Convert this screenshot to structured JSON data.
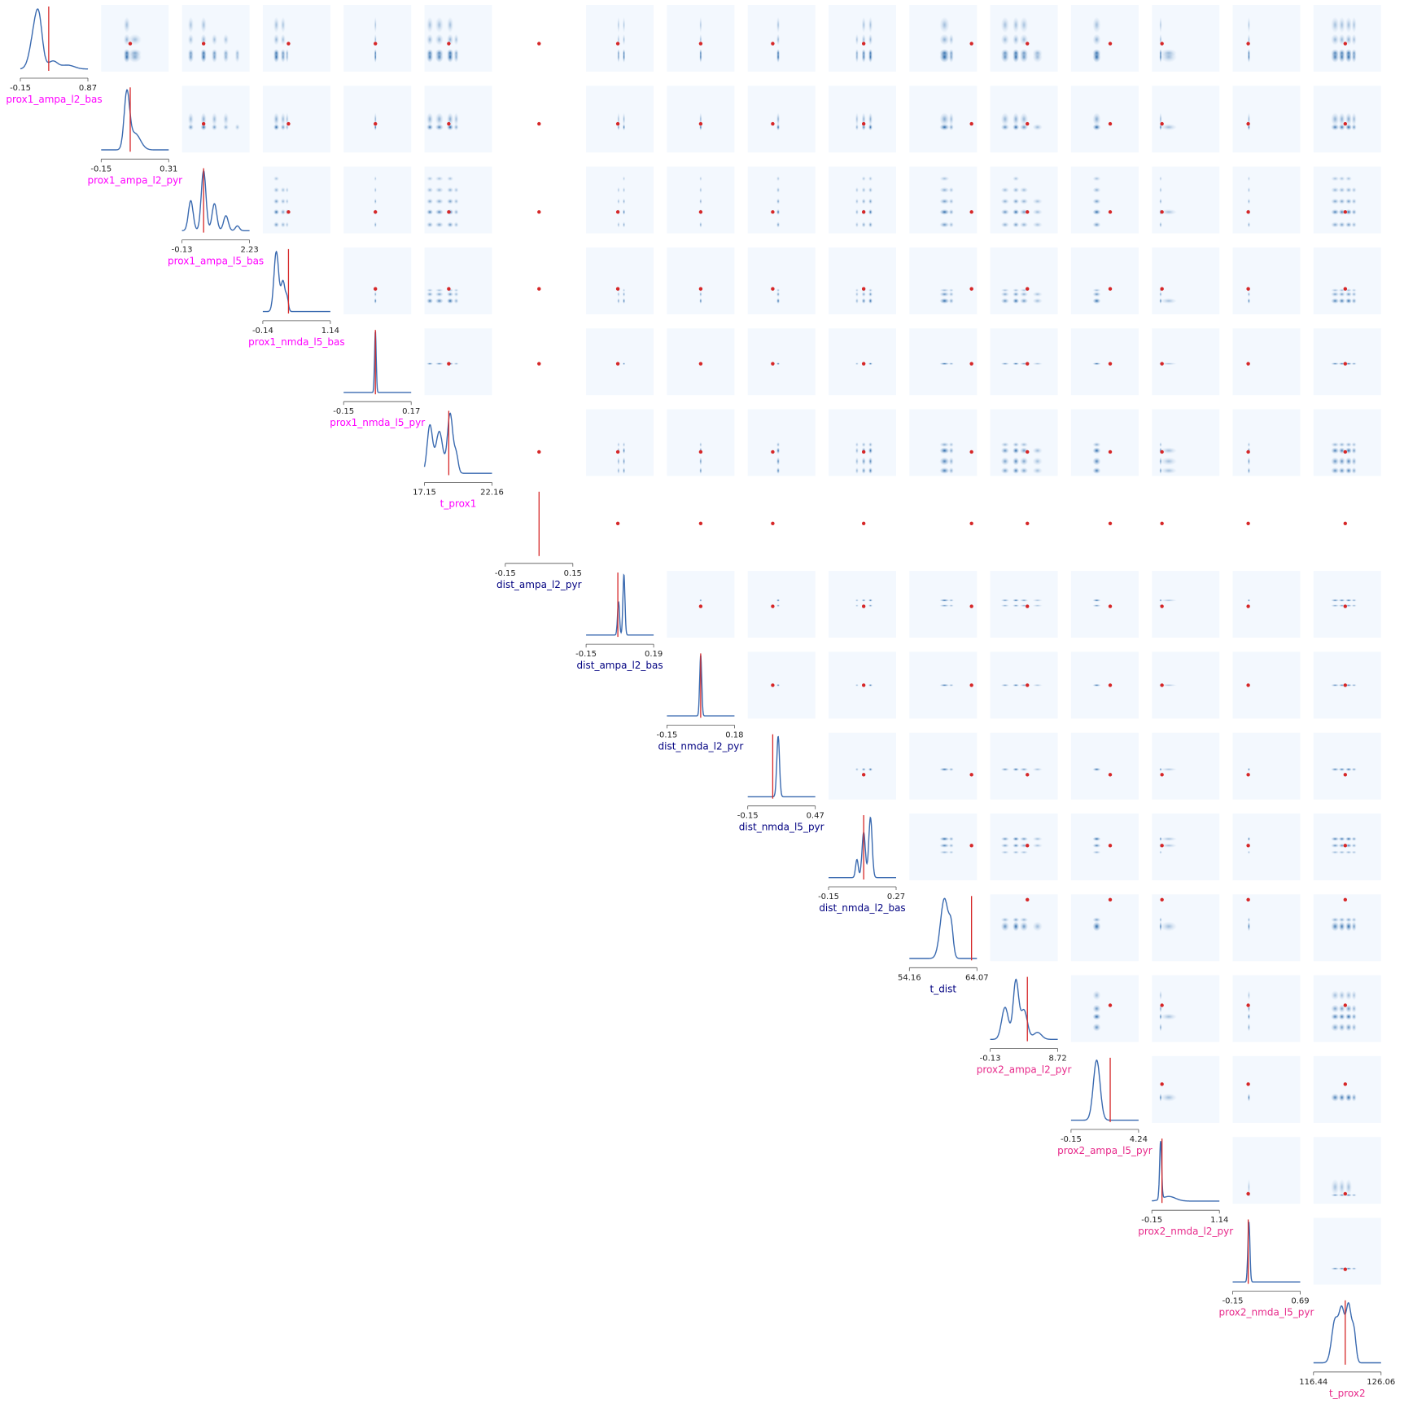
{
  "chart_data": {
    "type": "pairplot",
    "description_free": true,
    "colors": {
      "density_line": "#3a6ab0",
      "truth_line": "#d62728",
      "truth_dot": "#d62728",
      "cell_bg": "#f3f8fe",
      "blob": "#08519c",
      "group_prox1": "#ff00ff",
      "group_dist": "#000080",
      "group_prox2": "#e7298a"
    },
    "parameters": [
      {
        "name": "prox1_ampa_l2_bas",
        "min": "-0.15",
        "max": "0.87",
        "group": "prox1",
        "truth": 0.42,
        "peaks": [
          [
            0.22,
            0.07,
            1.0
          ],
          [
            0.28,
            0.05,
            0.75
          ],
          [
            0.48,
            0.07,
            0.2
          ],
          [
            0.7,
            0.1,
            0.1
          ]
        ]
      },
      {
        "name": "prox1_ampa_l2_pyr",
        "min": "-0.15",
        "max": "0.31",
        "group": "prox1",
        "truth": 0.43,
        "peaks": [
          [
            0.38,
            0.04,
            1.0
          ],
          [
            0.5,
            0.08,
            0.3
          ]
        ]
      },
      {
        "name": "prox1_ampa_l5_bas",
        "min": "-0.13",
        "max": "2.23",
        "group": "prox1",
        "truth": 0.32,
        "peaks": [
          [
            0.13,
            0.035,
            0.5
          ],
          [
            0.32,
            0.035,
            1.0
          ],
          [
            0.48,
            0.035,
            0.45
          ],
          [
            0.65,
            0.035,
            0.25
          ],
          [
            0.82,
            0.03,
            0.08
          ]
        ]
      },
      {
        "name": "prox1_nmda_l5_bas",
        "min": "-0.14",
        "max": "1.14",
        "group": "prox1",
        "truth": 0.38,
        "peaks": [
          [
            0.2,
            0.035,
            1.0
          ],
          [
            0.3,
            0.03,
            0.5
          ],
          [
            0.36,
            0.02,
            0.2
          ]
        ]
      },
      {
        "name": "prox1_nmda_l5_pyr",
        "min": "-0.15",
        "max": "0.17",
        "group": "prox1",
        "truth": 0.47,
        "peaks": [
          [
            0.47,
            0.012,
            1.0
          ]
        ]
      },
      {
        "name": "t_prox1",
        "min": "17.15",
        "max": "22.16",
        "group": "prox1",
        "truth": 0.36,
        "peaks": [
          [
            0.08,
            0.04,
            0.8
          ],
          [
            0.22,
            0.05,
            0.7
          ],
          [
            0.38,
            0.04,
            1.0
          ],
          [
            0.47,
            0.03,
            0.3
          ]
        ]
      },
      {
        "name": "dist_ampa_l2_pyr",
        "min": "-0.15",
        "max": "0.15",
        "group": "dist",
        "truth": 0.5,
        "peaks": []
      },
      {
        "name": "dist_ampa_l2_bas",
        "min": "-0.15",
        "max": "0.19",
        "group": "dist",
        "truth": 0.47,
        "peaks": [
          [
            0.48,
            0.015,
            0.55
          ],
          [
            0.56,
            0.015,
            1.0
          ]
        ]
      },
      {
        "name": "dist_nmda_l2_pyr",
        "min": "-0.15",
        "max": "0.18",
        "group": "dist",
        "truth": 0.5,
        "peaks": [
          [
            0.5,
            0.015,
            1.0
          ]
        ]
      },
      {
        "name": "dist_nmda_l5_pyr",
        "min": "-0.15",
        "max": "0.47",
        "group": "dist",
        "truth": 0.37,
        "peaks": [
          [
            0.45,
            0.02,
            1.0
          ]
        ]
      },
      {
        "name": "dist_nmda_l2_bas",
        "min": "-0.15",
        "max": "0.27",
        "group": "dist",
        "truth": 0.52,
        "peaks": [
          [
            0.42,
            0.02,
            0.3
          ],
          [
            0.52,
            0.025,
            0.75
          ],
          [
            0.62,
            0.025,
            1.0
          ]
        ]
      },
      {
        "name": "t_dist",
        "min": "54.16",
        "max": "64.07",
        "group": "dist",
        "truth": 0.92,
        "peaks": [
          [
            0.52,
            0.06,
            1.0
          ],
          [
            0.62,
            0.03,
            0.4
          ]
        ]
      },
      {
        "name": "prox2_ampa_l2_pyr",
        "min": "-0.13",
        "max": "8.72",
        "group": "prox2",
        "truth": 0.55,
        "peaks": [
          [
            0.22,
            0.05,
            0.55
          ],
          [
            0.38,
            0.04,
            1.0
          ],
          [
            0.5,
            0.05,
            0.5
          ],
          [
            0.7,
            0.06,
            0.12
          ]
        ]
      },
      {
        "name": "prox2_ampa_l5_pyr",
        "min": "-0.15",
        "max": "4.24",
        "group": "prox2",
        "truth": 0.58,
        "peaks": [
          [
            0.38,
            0.05,
            1.0
          ]
        ]
      },
      {
        "name": "prox2_nmda_l2_pyr",
        "min": "-0.15",
        "max": "1.14",
        "group": "prox2",
        "truth": 0.15,
        "peaks": [
          [
            0.13,
            0.015,
            1.0
          ],
          [
            0.25,
            0.1,
            0.08
          ]
        ]
      },
      {
        "name": "prox2_nmda_l5_pyr",
        "min": "-0.15",
        "max": "0.69",
        "group": "prox2",
        "truth": 0.23,
        "peaks": [
          [
            0.24,
            0.015,
            1.0
          ]
        ]
      },
      {
        "name": "t_prox2",
        "min": "116.44",
        "max": "126.06",
        "group": "prox2",
        "truth": 0.47,
        "peaks": [
          [
            0.32,
            0.05,
            0.75
          ],
          [
            0.42,
            0.04,
            0.85
          ],
          [
            0.52,
            0.04,
            1.0
          ],
          [
            0.6,
            0.03,
            0.5
          ]
        ]
      }
    ]
  }
}
